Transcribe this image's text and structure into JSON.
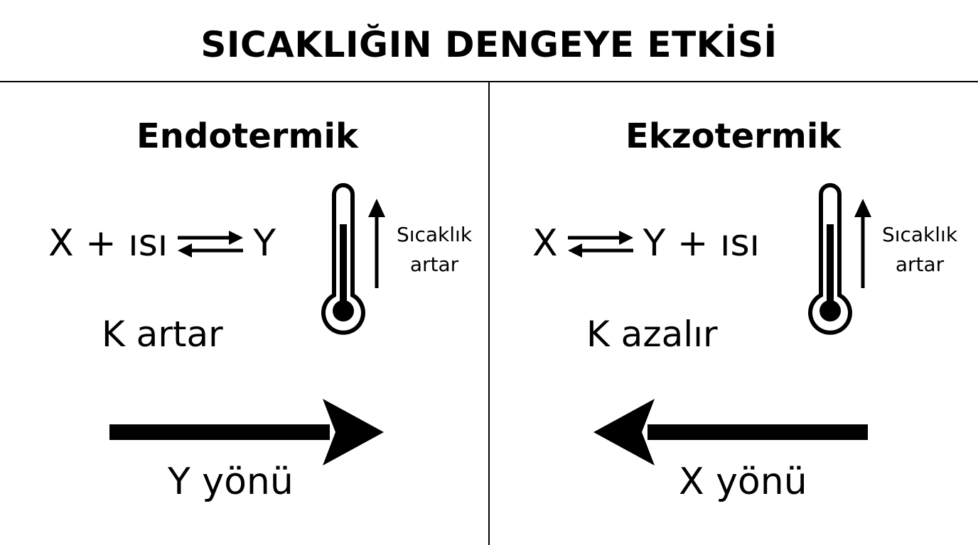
{
  "title": "SICAKLIĞIN DENGEYE ETKİSİ",
  "panels": [
    {
      "heading": "Endotermik",
      "equation": {
        "left": "X + ısı",
        "right": "Y"
      },
      "temperature_label": [
        "Sıcaklık",
        "artar"
      ],
      "k_result": "K artar",
      "direction_label": "Y yönü",
      "direction": "right"
    },
    {
      "heading": "Ekzotermik",
      "equation": {
        "left": "X",
        "right": "Y + ısı"
      },
      "temperature_label": [
        "Sıcaklık",
        "artar"
      ],
      "k_result": "K azalır",
      "direction_label": "X yönü",
      "direction": "left"
    }
  ],
  "icons": {
    "equilibrium": "equilibrium-arrows-icon",
    "thermometer": "thermometer-icon",
    "temperature": "up-arrow-icon",
    "direction_right": "right-arrow-icon",
    "direction_left": "left-arrow-icon"
  },
  "colors": {
    "foreground": "#000000",
    "background": "#ffffff"
  }
}
